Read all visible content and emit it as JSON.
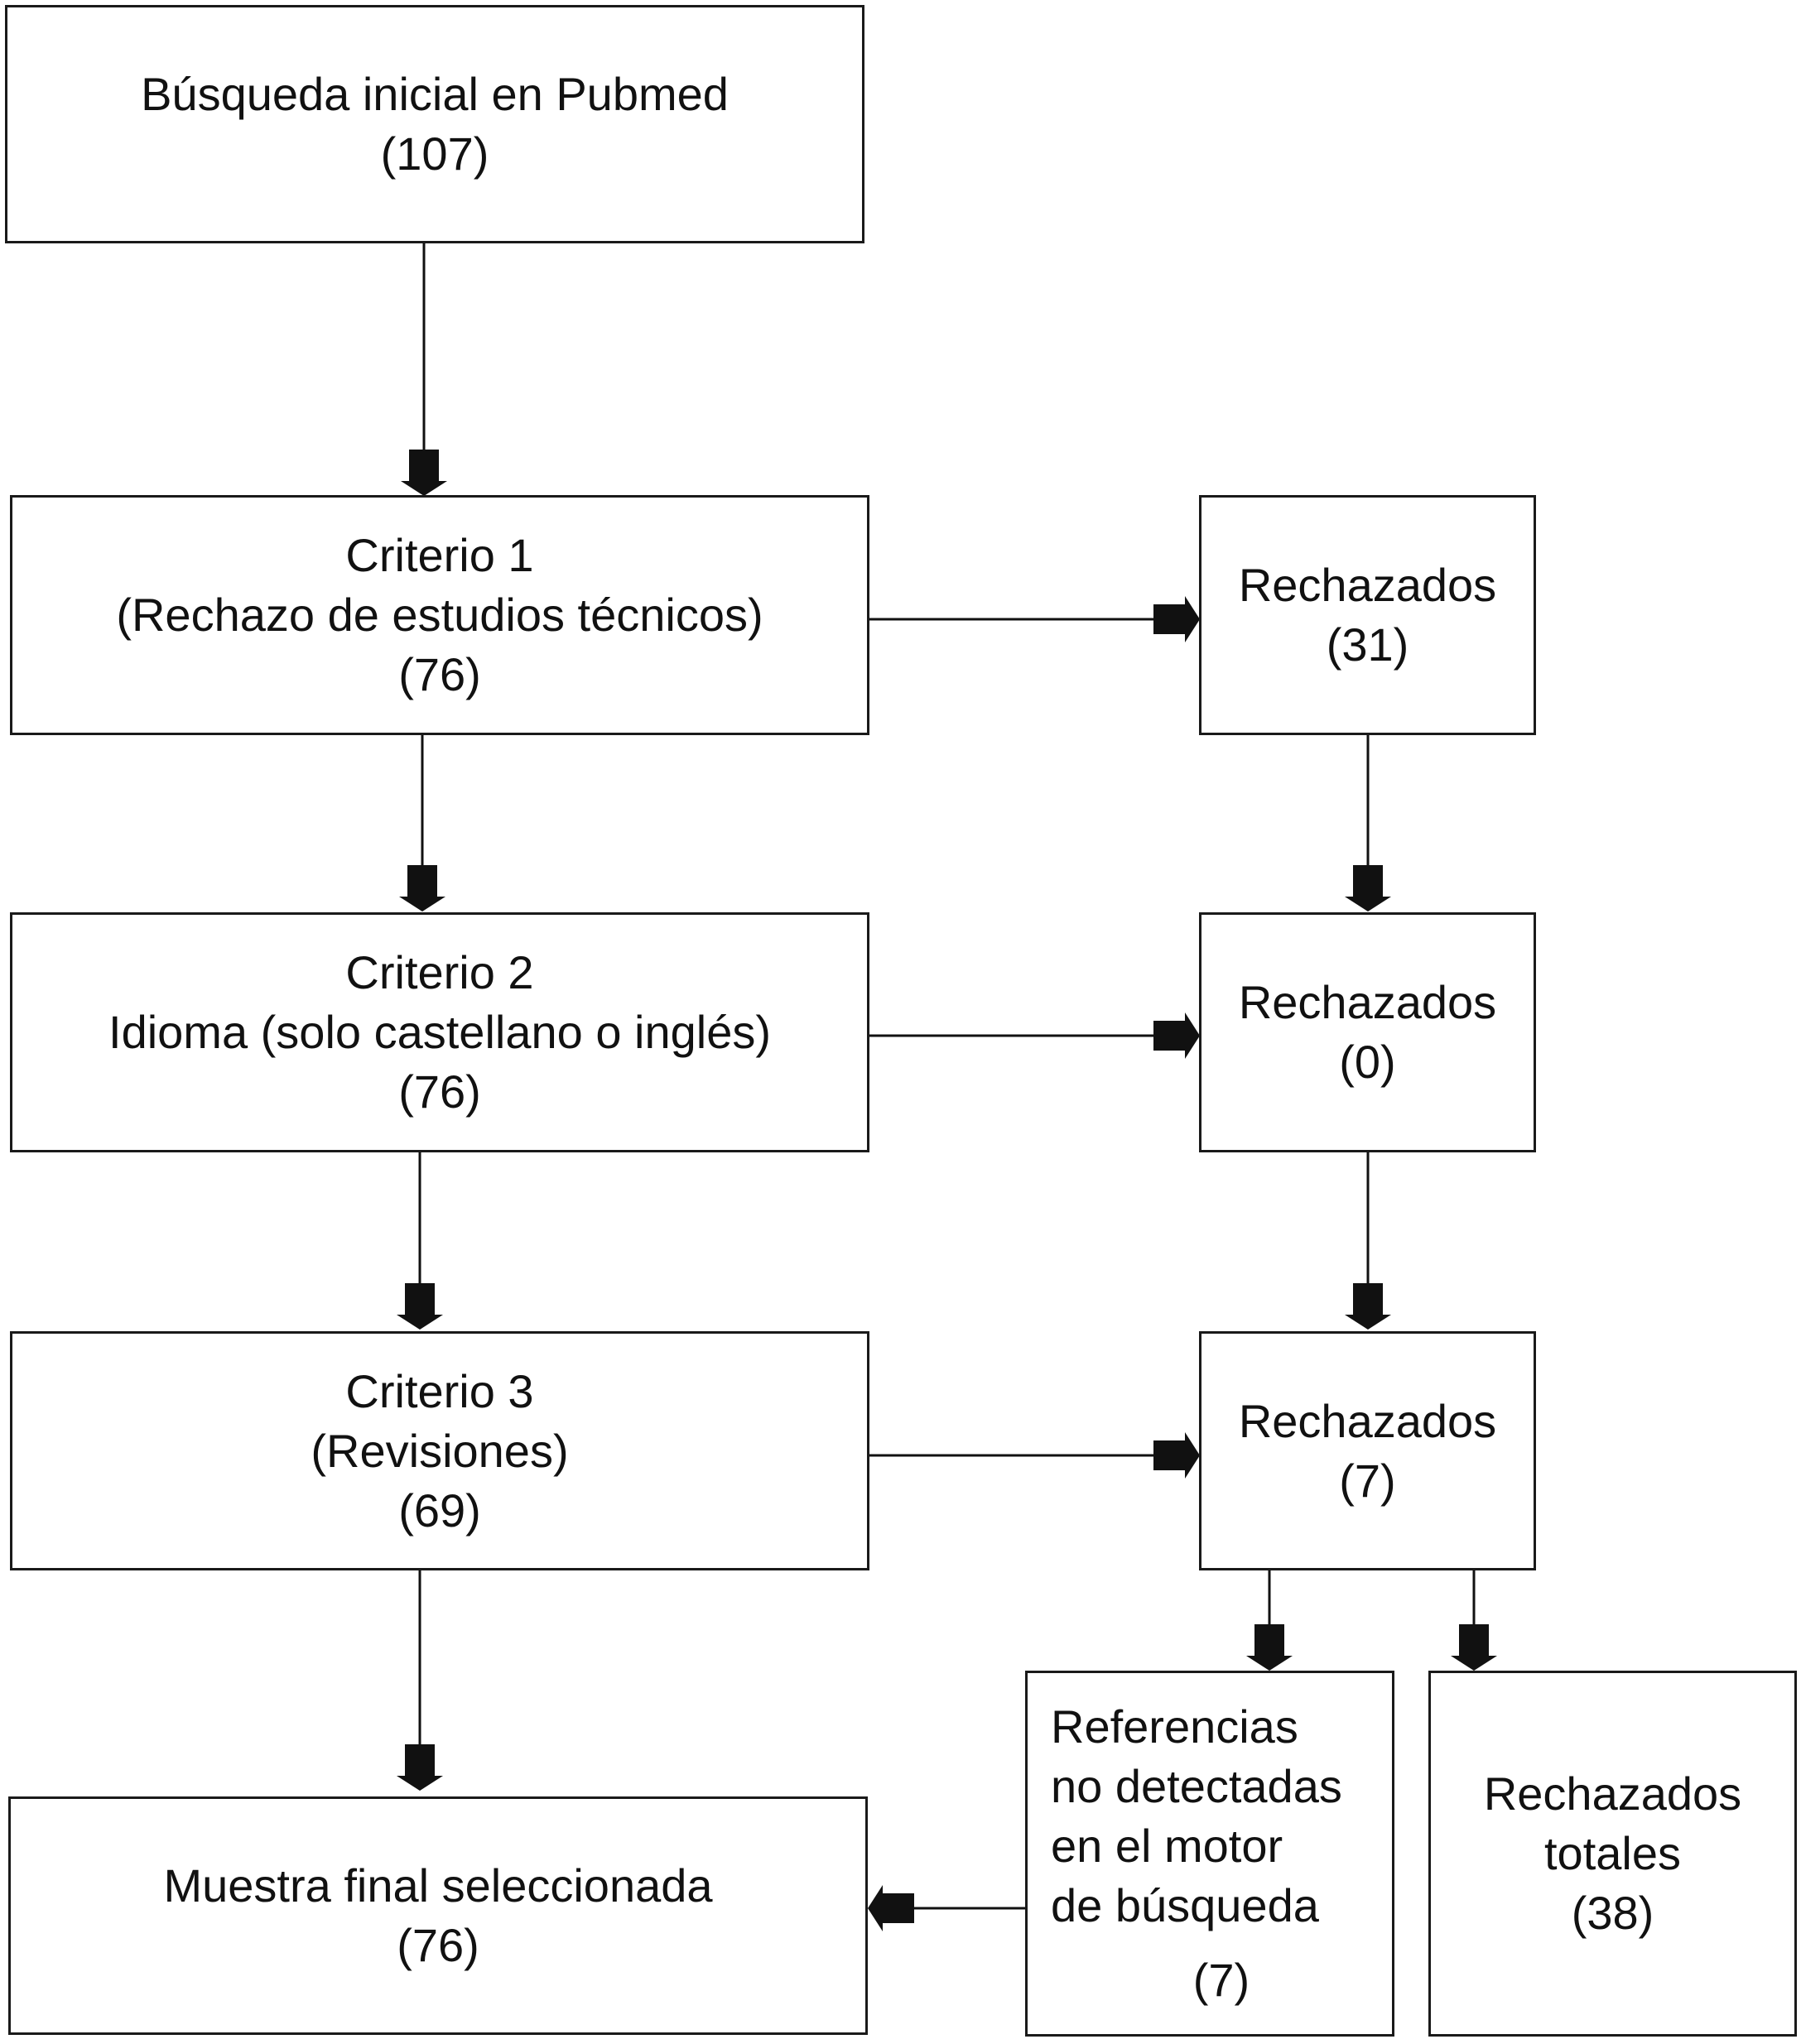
{
  "diagram": {
    "initial_search": {
      "title": "Búsqueda inicial en Pubmed",
      "count": "(107)"
    },
    "criterion_1": {
      "title": "Criterio 1",
      "description": "(Rechazo de estudios técnicos)",
      "count": "(76)"
    },
    "criterion_2": {
      "title": "Criterio 2",
      "description": "Idioma (solo castellano o inglés)",
      "count": "(76)"
    },
    "criterion_3": {
      "title": "Criterio 3",
      "description": "(Revisiones)",
      "count": "(69)"
    },
    "final_sample": {
      "title": "Muestra final seleccionada",
      "count": "(76)"
    },
    "rejected_1": {
      "title": "Rechazados",
      "count": "(31)"
    },
    "rejected_2": {
      "title": "Rechazados",
      "count": "(0)"
    },
    "rejected_3": {
      "title": "Rechazados",
      "count": "(7)"
    },
    "undetected_refs": {
      "lines": [
        "Referencias",
        "no detectadas",
        "en el motor",
        "de búsqueda"
      ],
      "count": "(7)"
    },
    "total_rejected": {
      "lines": [
        "Rechazados",
        "totales"
      ],
      "count": "(38)"
    }
  }
}
